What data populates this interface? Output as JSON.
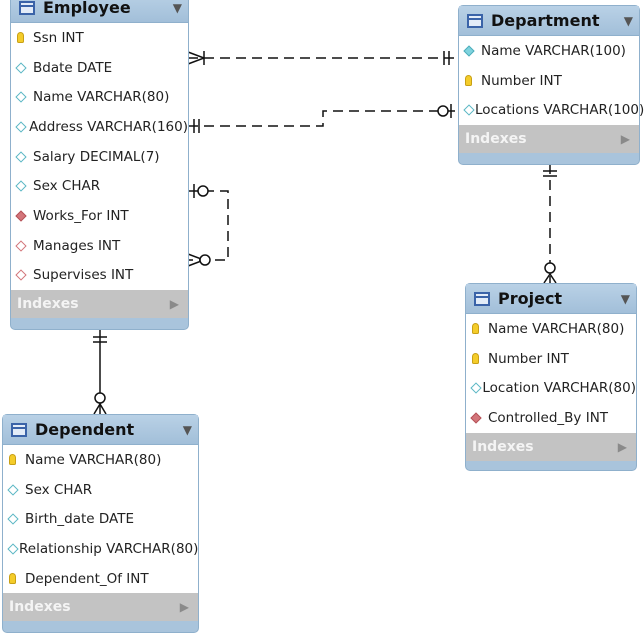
{
  "employee": {
    "title": "Employee",
    "columns": [
      {
        "text": "Ssn INT",
        "marker": "key-icon"
      },
      {
        "text": "Bdate DATE",
        "marker": "attribute-icon"
      },
      {
        "text": "Name VARCHAR(80)",
        "marker": "attribute-icon"
      },
      {
        "text": "Address VARCHAR(160)",
        "marker": "attribute-icon"
      },
      {
        "text": "Salary DECIMAL(7)",
        "marker": "attribute-icon"
      },
      {
        "text": "Sex CHAR",
        "marker": "attribute-icon"
      },
      {
        "text": "Works_For INT",
        "marker": "foreign-key-icon"
      },
      {
        "text": "Manages INT",
        "marker": "nullable-foreign-key-icon"
      },
      {
        "text": "Supervises INT",
        "marker": "nullable-foreign-key-icon"
      }
    ],
    "indexes": "Indexes"
  },
  "department": {
    "title": "Department",
    "columns": [
      {
        "text": "Name VARCHAR(100)",
        "marker": "required-attribute-icon"
      },
      {
        "text": "Number INT",
        "marker": "key-icon"
      },
      {
        "text": "Locations VARCHAR(100)",
        "marker": "attribute-icon"
      }
    ],
    "indexes": "Indexes"
  },
  "project": {
    "title": "Project",
    "columns": [
      {
        "text": "Name VARCHAR(80)",
        "marker": "key-icon"
      },
      {
        "text": "Number INT",
        "marker": "key-icon"
      },
      {
        "text": "Location VARCHAR(80)",
        "marker": "attribute-icon"
      },
      {
        "text": "Controlled_By INT",
        "marker": "foreign-key-icon"
      }
    ],
    "indexes": "Indexes"
  },
  "dependent": {
    "title": "Dependent",
    "columns": [
      {
        "text": "Name VARCHAR(80)",
        "marker": "key-icon"
      },
      {
        "text": "Sex CHAR",
        "marker": "attribute-icon"
      },
      {
        "text": "Birth_date DATE",
        "marker": "attribute-icon"
      },
      {
        "text": "Relationship VARCHAR(80)",
        "marker": "attribute-icon"
      },
      {
        "text": "Dependent_Of INT",
        "marker": "key-icon"
      }
    ],
    "indexes": "Indexes"
  },
  "colors": {
    "header": "#a9c4dc",
    "indexes_bar": "#c3c3c3",
    "key": "#f4cc2a",
    "foreign_key": "#d3757a",
    "attribute": "#5ab7c4"
  }
}
